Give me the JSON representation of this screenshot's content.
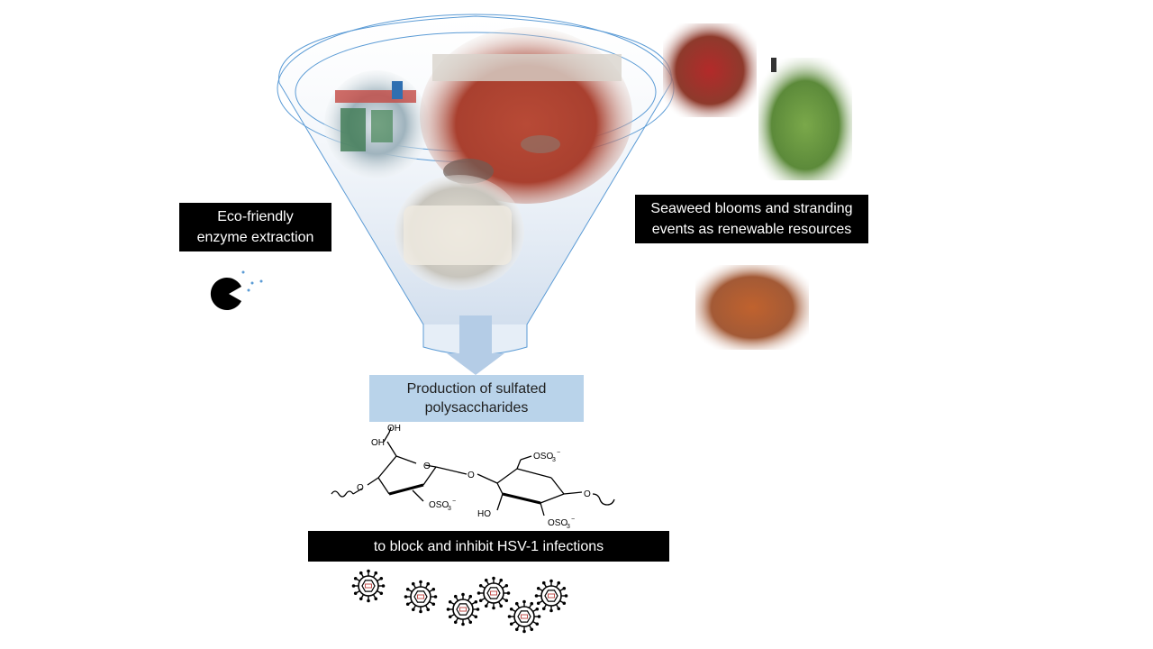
{
  "labels": {
    "eco": "Eco-friendly\nenzyme extraction",
    "seaweed": "Seaweed blooms and stranding\nevents as renewable resources",
    "production": "Production of sulfated\npolysaccharides",
    "block": "to block and inhibit HSV-1 infections"
  },
  "chem": {
    "oh_top": "OH",
    "oh_left": "OH",
    "o_ring1": "O",
    "o_link": "O",
    "o_left": "O",
    "oso3_1": "OSO",
    "oso3_2": "OSO",
    "oso3_3": "OSO",
    "ho": "HO",
    "o_right": "O"
  },
  "colors": {
    "funnel_stroke": "#5b9bd5",
    "arrow": "#b4cce6",
    "label_black": "#000000",
    "label_blue": "#b9d3ea",
    "seaweed_red": "#b8402f",
    "seaweed_green": "#7aa84a"
  },
  "icons": [
    "enzyme-pacman-icon",
    "virus-icon"
  ]
}
